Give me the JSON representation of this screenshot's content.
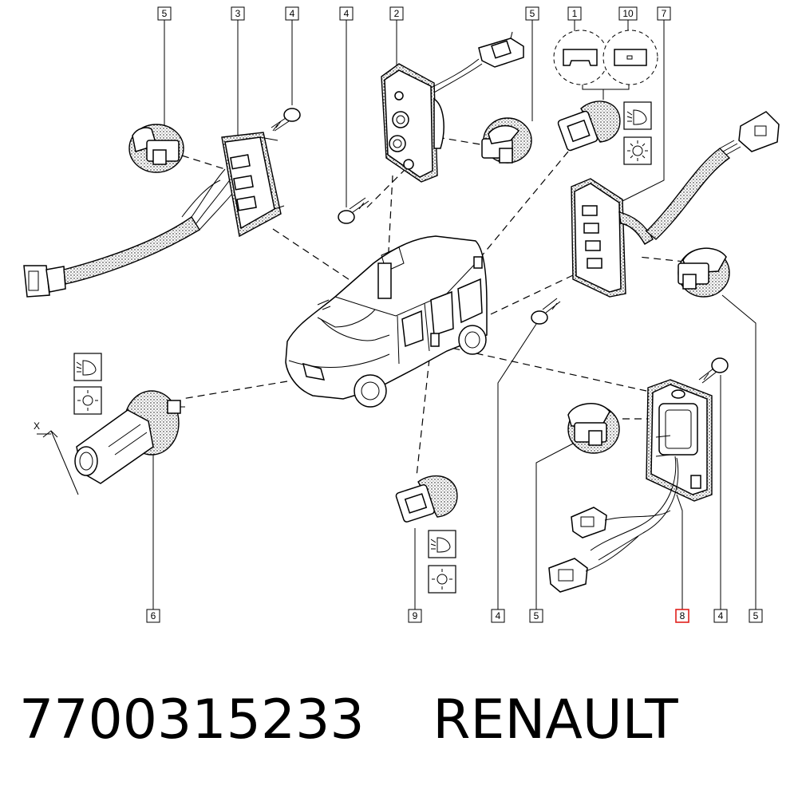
{
  "callouts": {
    "c5_top_left": "5",
    "c3": "3",
    "c4_top_a": "4",
    "c4_top_b": "4",
    "c2": "2",
    "c5_top_mid": "5",
    "c1": "1",
    "c10": "10",
    "c7": "7",
    "c6": "6",
    "c9": "9",
    "c4_bottom_a": "4",
    "c5_bottom_a": "5",
    "c8": "8",
    "c4_bottom_b": "4",
    "c5_bottom_b": "5",
    "x_marker": "X"
  },
  "highlighted_callout": "8",
  "footer": {
    "part_number": "7700315233",
    "brand": "RENAULT"
  },
  "icons": [
    "headlamp-symbol-icon",
    "interior-light-symbol-icon"
  ],
  "colors": {
    "line": "#000000",
    "highlight": "#e0201c",
    "background": "#ffffff"
  }
}
